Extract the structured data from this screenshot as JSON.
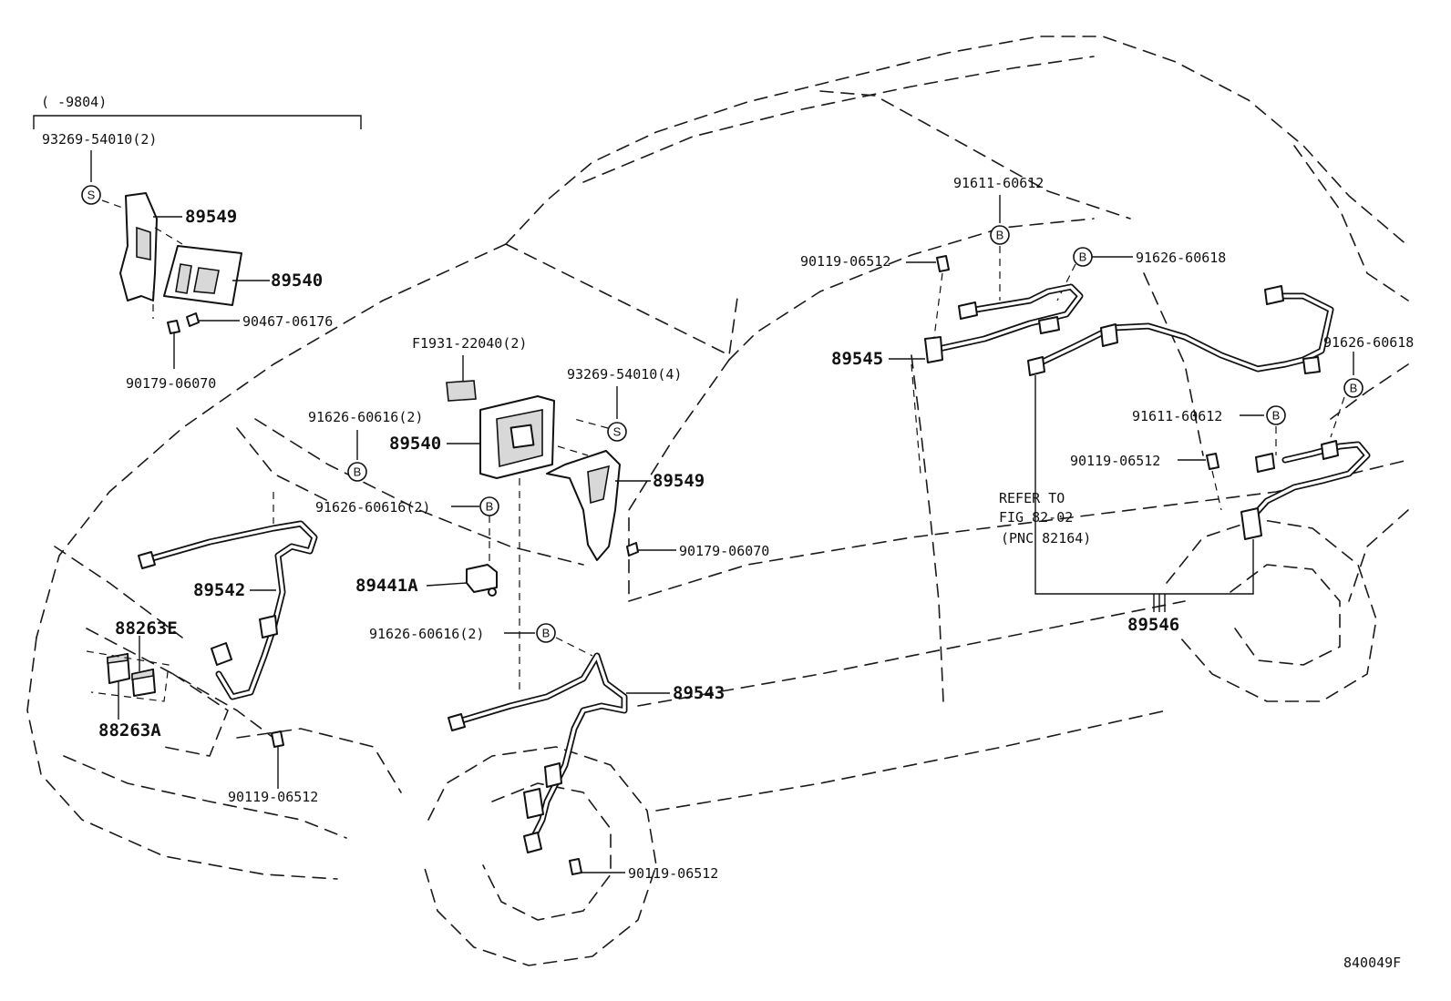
{
  "range_note": "(     -9804)",
  "symbols": {
    "bolt": "B",
    "screw": "S"
  },
  "labels": {
    "p93269_54010_2": "93269-54010(2)",
    "p89549_a": "89549",
    "p89540_a": "89540",
    "p90467_06176": "90467-06176",
    "p90179_06070_a": "90179-06070",
    "pF1931_22040": "F1931-22040(2)",
    "p93269_54010_4": "93269-54010(4)",
    "p91626_60616_a": "91626-60616(2)",
    "p89540_b": "89540",
    "p89549_b": "89549",
    "p91626_60616_b": "91626-60616(2)",
    "p90179_06070_b": "90179-06070",
    "p89542": "89542",
    "p89441A": "89441A",
    "p88263E": "88263E",
    "p88263A": "88263A",
    "p91626_60616_c": "91626-60616(2)",
    "p89543": "89543",
    "p90119_06512_a": "90119-06512",
    "p90119_06512_b": "90119-06512",
    "p91611_60612_a": "91611-60612",
    "p90119_06512_c": "90119-06512",
    "p91626_60618_a": "91626-60618",
    "p89545": "89545",
    "p91626_60618_b": "91626-60618",
    "p91611_60612_b": "91611-60612",
    "p90119_06512_d": "90119-06512",
    "refer_1": "REFER TO",
    "refer_2": "FIG 82-02",
    "refer_3": "(PNC 82164)",
    "p89546": "89546"
  },
  "figure_code": "840049F"
}
